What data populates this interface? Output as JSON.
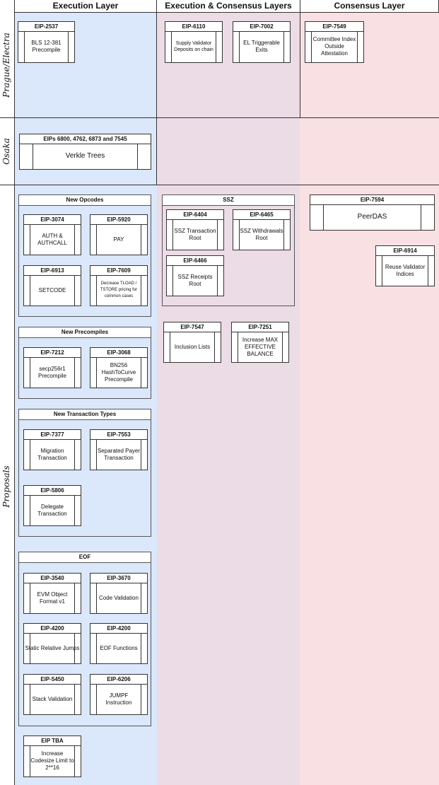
{
  "headers": {
    "execution": "Execution Layer",
    "both": "Execution & Consensus Layers",
    "consensus": "Consensus Layer"
  },
  "rows": {
    "prague": "Prague/Electra",
    "osaka": "Osaka",
    "proposals": "Proposals"
  },
  "groups": {
    "new_opcodes": "New Opcodes",
    "new_precompiles": "New Precompiles",
    "new_tx_types": "New Transaction Types",
    "eof": "EOF",
    "ssz": "SSZ"
  },
  "eips": {
    "e2537": {
      "id": "EIP-2537",
      "text": "BLS 12-381 Precompile"
    },
    "e6110": {
      "id": "EIP-6110",
      "text": "Supply Validator Deposits on chain"
    },
    "e7002": {
      "id": "EIP-7002",
      "text": "EL Triggerable Exits"
    },
    "e7549": {
      "id": "EIP-7549",
      "text": "Committee Index Outside Attestation"
    },
    "verkle": {
      "id": "EIPs 6800, 4762, 6873 and 7545",
      "text": "Verkle Trees"
    },
    "e3074": {
      "id": "EIP-3074",
      "text": "AUTH & AUTHCALL"
    },
    "e5920": {
      "id": "EIP-5920",
      "text": "PAY"
    },
    "e6913": {
      "id": "EIP-6913",
      "text": "SETCODE"
    },
    "e7609": {
      "id": "EIP-7609",
      "text": "Decrease TLOAD / TSTORE pricing for common cases"
    },
    "e7212": {
      "id": "EIP-7212",
      "text": "secp256r1 Precompile"
    },
    "e3068": {
      "id": "EIP-3068",
      "text": "BN256 HashToCurve Precompile"
    },
    "e7377": {
      "id": "EIP-7377",
      "text": "Migration Transaction"
    },
    "e7553": {
      "id": "EIP-7553",
      "text": "Separated Payer Transaction"
    },
    "e5806": {
      "id": "EIP-5806",
      "text": "Delegate Transaction"
    },
    "e3540": {
      "id": "EIP-3540",
      "text": "EVM Object Format v1"
    },
    "e3670": {
      "id": "EIP-3670",
      "text": "Code Validation"
    },
    "e4200a": {
      "id": "EIP-4200",
      "text": "Static Relative Jumps"
    },
    "e4200b": {
      "id": "EIP-4200",
      "text": "EOF Functions"
    },
    "e5450": {
      "id": "EIP-5450",
      "text": "Stack Validation"
    },
    "e6206": {
      "id": "EIP-6206",
      "text": "JUMPF Instruction"
    },
    "etba": {
      "id": "EIP TBA",
      "text": "Increase Codesize Limit to 2**16"
    },
    "e6404": {
      "id": "EIP-6404",
      "text": "SSZ Transaction Root"
    },
    "e6465": {
      "id": "EIP-6465",
      "text": "SSZ Withdrawals Root"
    },
    "e6466": {
      "id": "EIP-6466",
      "text": "SSZ Receipts Root"
    },
    "e7547": {
      "id": "EIP-7547",
      "text": "Inclusion Lists"
    },
    "e7251": {
      "id": "EIP-7251",
      "text": "Increase MAX EFFECTIVE BALANCE"
    },
    "e7594": {
      "id": "EIP-7594",
      "text": "PeerDAS"
    },
    "e6914": {
      "id": "EIP-6914",
      "text": "Reuse Validator Indices"
    }
  },
  "colors": {
    "execution_bg": "#dbe7fb",
    "both_bg": "#ecdce6",
    "consensus_bg": "#f9e0e3",
    "border": "#333333"
  }
}
